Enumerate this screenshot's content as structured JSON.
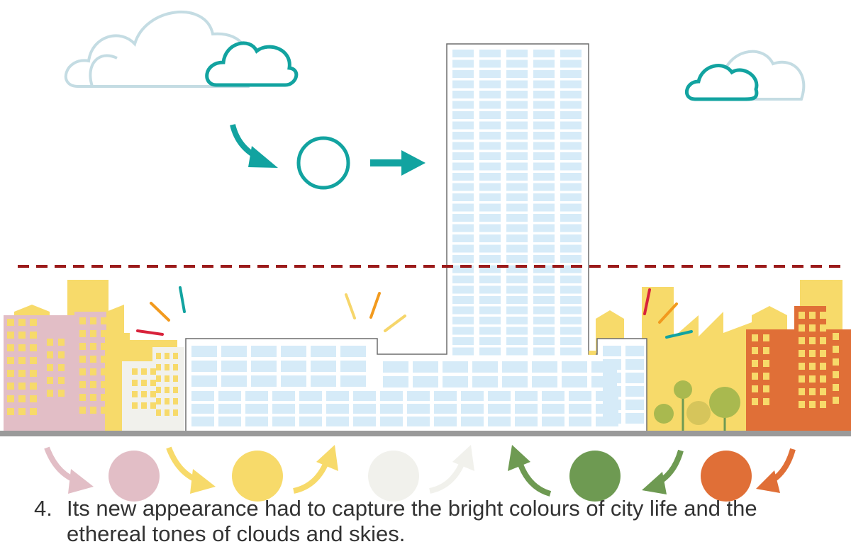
{
  "caption": {
    "number": "4.",
    "text": "Its new appearance had to capture the bright colours of city life and the ethereal tones of clouds and skies."
  },
  "colors": {
    "teal": "#12A3A0",
    "pale_cloud": "#C4DCE3",
    "window_blue": "#D6EBF8",
    "dashed_line": "#9B1B1B",
    "pink": "#E2BEC6",
    "yellow": "#F7DA6A",
    "off_white": "#F1F1EC",
    "green": "#6E9A52",
    "orange": "#E06F37",
    "ground": "#9A9A9A",
    "spark_red": "#D8223B",
    "spark_orange": "#F29A1E",
    "spark_yellow": "#F6D66B"
  },
  "palette_row": [
    {
      "name": "pink",
      "arrow": "down-right"
    },
    {
      "name": "yellow",
      "arrow": "down-right"
    },
    {
      "name": "yellow",
      "arrow": "up-right"
    },
    {
      "name": "off_white",
      "arrow": "up-right"
    },
    {
      "name": "green",
      "arrow": "up-left"
    },
    {
      "name": "green",
      "arrow": "down-left"
    },
    {
      "name": "orange",
      "arrow": "down-left"
    }
  ]
}
